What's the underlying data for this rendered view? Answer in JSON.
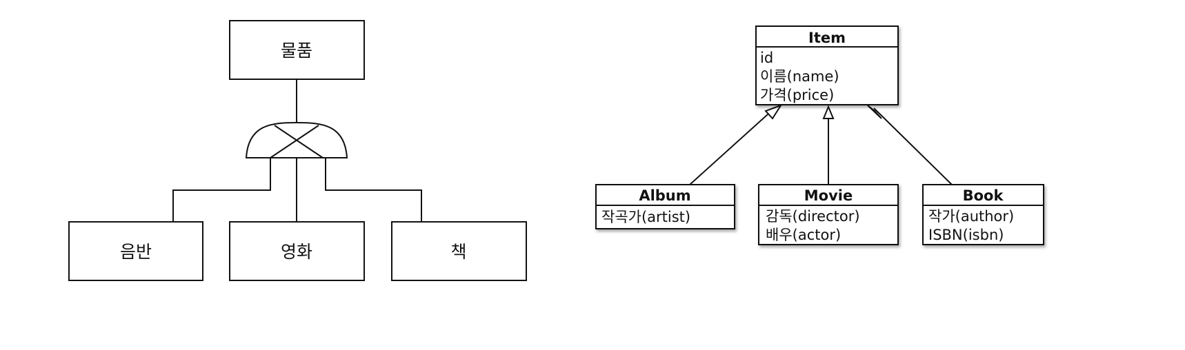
{
  "er_diagram": {
    "parent": "물품",
    "children": [
      "음반",
      "영화",
      "책"
    ]
  },
  "uml_diagram": {
    "parent": {
      "name": "Item",
      "attributes": [
        "id",
        "이름(name)",
        "가격(price)"
      ]
    },
    "children": [
      {
        "name": "Album",
        "attributes": [
          "작곡가(artist)"
        ]
      },
      {
        "name": "Movie",
        "attributes": [
          "감독(director)",
          "배우(actor)"
        ]
      },
      {
        "name": "Book",
        "attributes": [
          "작가(author)",
          "ISBN(isbn)"
        ]
      }
    ]
  }
}
